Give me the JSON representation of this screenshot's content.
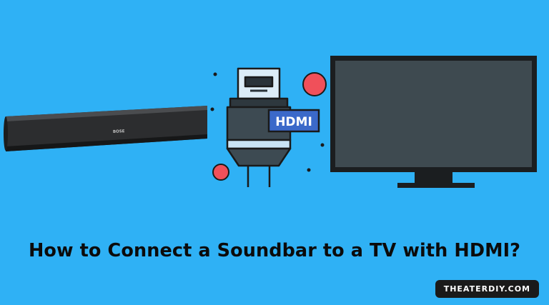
{
  "headline": "How to Connect a Soundbar to a TV with HDMI?",
  "soundbar": {
    "brand": "BOSE"
  },
  "connector": {
    "label": "HDMI"
  },
  "watermark": "THEATERDIY.COM",
  "colors": {
    "background": "#2fb1f5",
    "tv_screen": "#3e4a50",
    "tv_frame": "#1b1e20",
    "connector_body": "#3d4a52",
    "connector_band": "#c9e4f5",
    "hdmi_badge": "#3b69c9",
    "accent_dots": "#f0505a"
  }
}
